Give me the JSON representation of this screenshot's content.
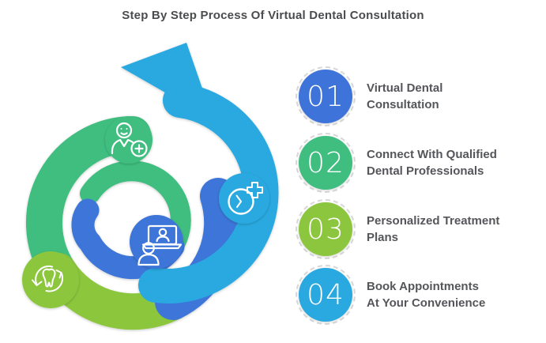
{
  "title": "Step By Step Process Of Virtual Dental Consultation",
  "steps": [
    {
      "number": "01",
      "label_line1": "Virtual Dental",
      "label_line2": "Consultation",
      "color": "#3e74d9",
      "icon": "video-consultation-icon"
    },
    {
      "number": "02",
      "label_line1": "Connect With Qualified",
      "label_line2": "Dental Professionals",
      "color": "#3fbe80",
      "icon": "patient-add-icon"
    },
    {
      "number": "03",
      "label_line1": "Personalized Treatment",
      "label_line2": "Plans",
      "color": "#8cc63e",
      "icon": "tooth-care-cycle-icon"
    },
    {
      "number": "04",
      "label_line1": "Book Appointments",
      "label_line2": "At Your Convenience",
      "color": "#29a9e0",
      "icon": "clock-plus-icon"
    }
  ],
  "diagram": {
    "arrow_color": "#29a9e0",
    "segments": [
      {
        "name": "patient-add",
        "color": "#3fbe80"
      },
      {
        "name": "appointment-clock",
        "color": "#29a9e0"
      },
      {
        "name": "video-consultation",
        "color": "#3e74d9"
      },
      {
        "name": "tooth-care-cycle",
        "color": "#8cc63e"
      }
    ]
  },
  "colors": {
    "text": "#55565a",
    "title": "#4b4c4e",
    "badge_ring": "#d8d8d8",
    "background": "#ffffff"
  }
}
